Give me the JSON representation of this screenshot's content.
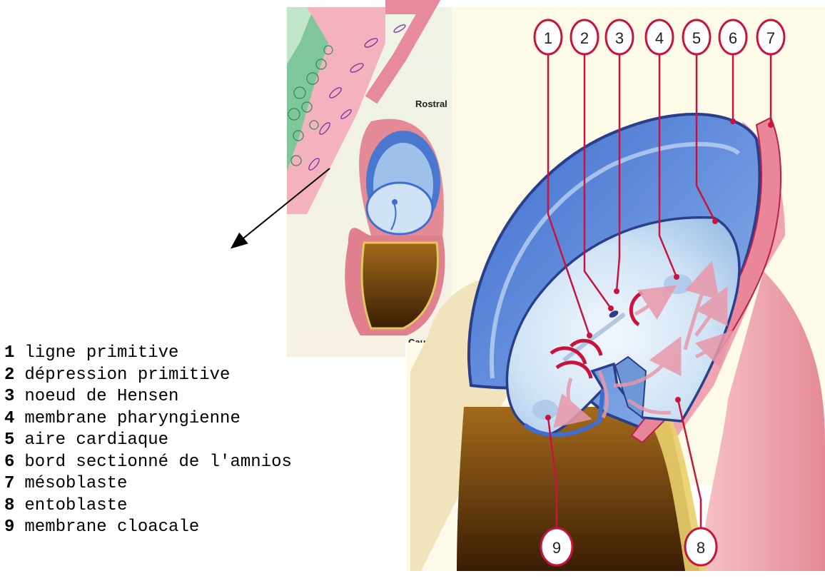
{
  "inset": {
    "label_top": "Rostral",
    "label_bottom": "Caudal"
  },
  "callouts": [
    {
      "num": "1"
    },
    {
      "num": "2"
    },
    {
      "num": "3"
    },
    {
      "num": "4"
    },
    {
      "num": "5"
    },
    {
      "num": "6"
    },
    {
      "num": "7"
    },
    {
      "num": "8"
    },
    {
      "num": "9"
    }
  ],
  "legend": [
    {
      "num": "1",
      "text": "ligne primitive"
    },
    {
      "num": "2",
      "text": "dépression primitive"
    },
    {
      "num": "3",
      "text": "noeud de Hensen"
    },
    {
      "num": "4",
      "text": "membrane pharyngienne"
    },
    {
      "num": "5",
      "text": "aire cardiaque"
    },
    {
      "num": "6",
      "text": "bord sectionné de l'amnios"
    },
    {
      "num": "7",
      "text": "mésoblaste"
    },
    {
      "num": "8",
      "text": "entoblaste"
    },
    {
      "num": "9",
      "text": "membrane cloacale"
    }
  ],
  "colors": {
    "amnion_blue": "#5b86d6",
    "disc_light": "#cfe3f5",
    "pink": "#f2a7b0",
    "red": "#c8143c",
    "yolk_brown": "#7a4a10",
    "cream": "#f3e8c8"
  }
}
